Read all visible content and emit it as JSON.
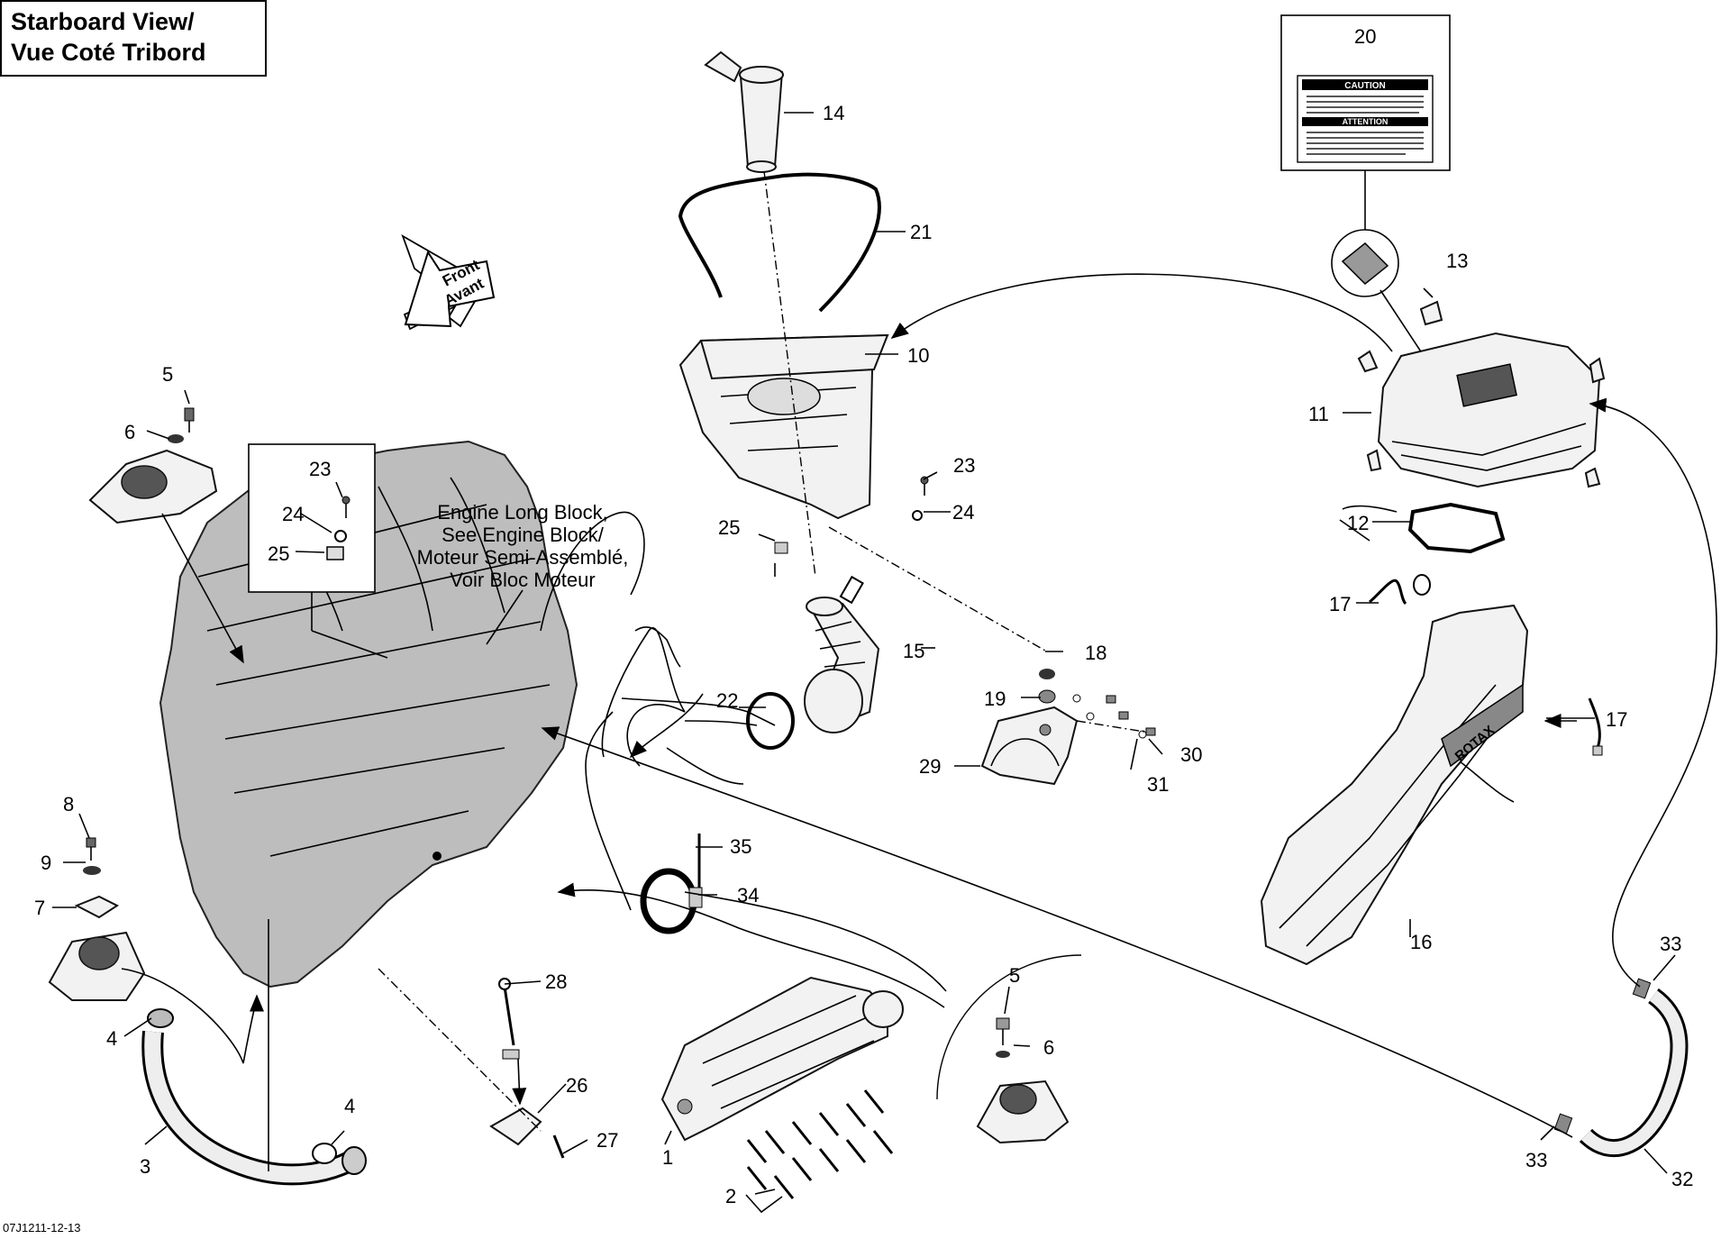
{
  "title": {
    "line1": "Starboard View/",
    "line2": "Vue Coté Tribord"
  },
  "front_arrow": {
    "line1": "Front",
    "line2": "Avant"
  },
  "engine_note": [
    "Engine Long Block,",
    "See Engine Block/",
    "Moteur Semi-Assemblé,",
    "Voir Bloc Moteur"
  ],
  "decal": {
    "heading1": "CAUTION",
    "heading2": "ATTENTION"
  },
  "logo_text": "ROTAX",
  "drawing_code": "07J1211-12-13",
  "callouts": {
    "c1": "1",
    "c2": "2",
    "c3": "3",
    "c4a": "4",
    "c4b": "4",
    "c5a": "5",
    "c5b": "5",
    "c6a": "6",
    "c6b": "6",
    "c7": "7",
    "c8": "8",
    "c9": "9",
    "c10": "10",
    "c11": "11",
    "c12": "12",
    "c13": "13",
    "c14": "14",
    "c15": "15",
    "c16": "16",
    "c17a": "17",
    "c17b": "17",
    "c18": "18",
    "c19": "19",
    "c20": "20",
    "c21": "21",
    "c22": "22",
    "c23a": "23",
    "c23b": "23",
    "c24a": "24",
    "c24b": "24",
    "c25a": "25",
    "c25b": "25",
    "c26": "26",
    "c27": "27",
    "c28": "28",
    "c29": "29",
    "c30": "30",
    "c31": "31",
    "c32": "32",
    "c33a": "33",
    "c33b": "33",
    "c34": "34",
    "c35": "35"
  }
}
